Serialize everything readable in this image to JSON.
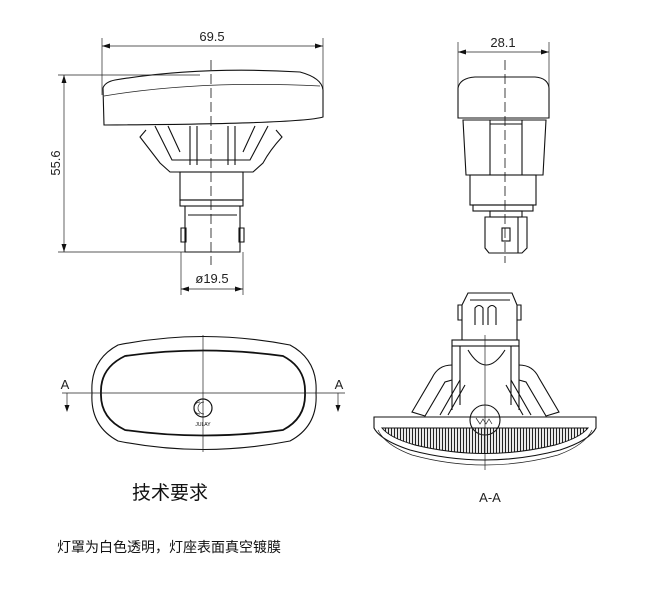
{
  "dimensions": {
    "overall_width": "69.5",
    "overall_height": "55.6",
    "base_diameter": "ø19.5",
    "side_width": "28.1"
  },
  "section": {
    "cut_label_left": "A",
    "cut_label_right": "A",
    "view_label": "A-A"
  },
  "notes": {
    "title": "技术要求",
    "text": "灯罩为白色透明，灯座表面真空镀膜"
  },
  "logo_text": "JULAY"
}
